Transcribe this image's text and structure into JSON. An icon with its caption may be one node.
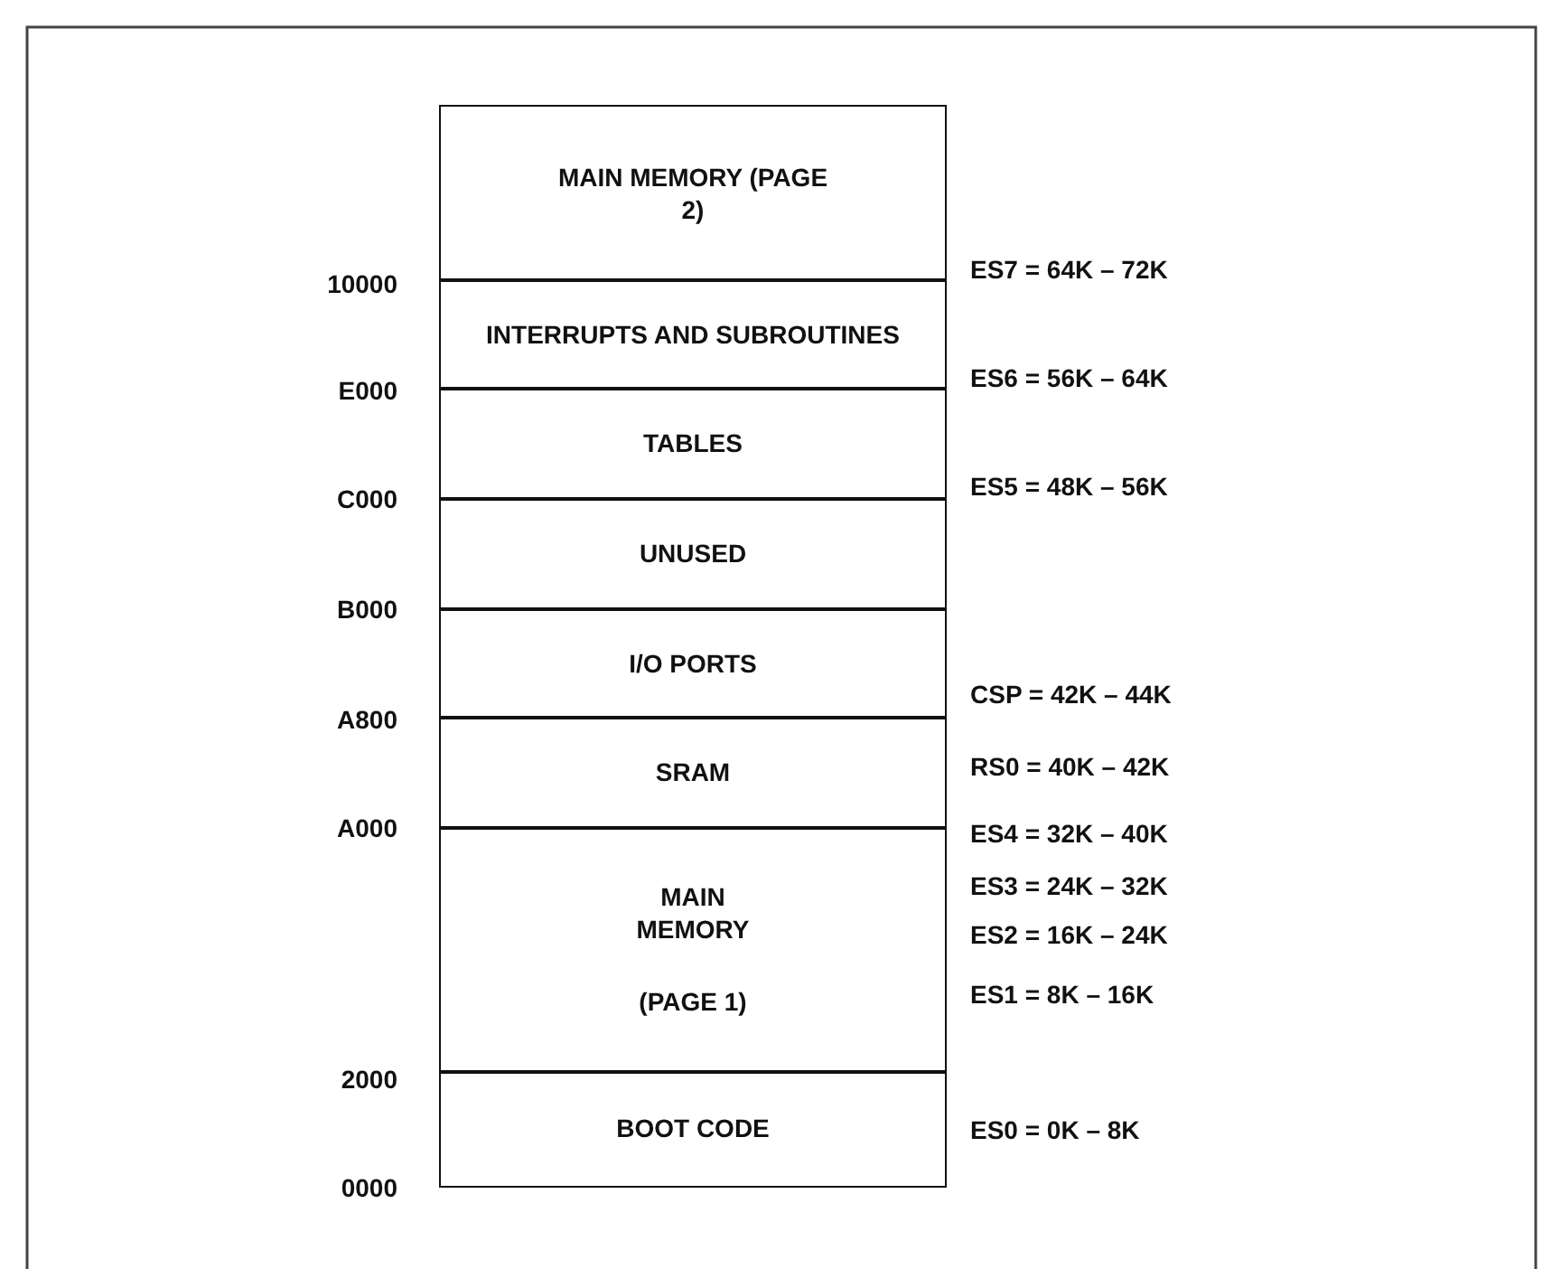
{
  "diagram": {
    "nodes": [
      {
        "text": [
          "MAIN MEMORY (PAGE 2)"
        ]
      },
      {
        "text": [
          "INTERRUPTS AND SUBROUTINES"
        ]
      },
      {
        "text": [
          "TABLES"
        ]
      },
      {
        "text": [
          "UNUSED"
        ]
      },
      {
        "text": [
          "I/O PORTS"
        ]
      },
      {
        "text": [
          "SRAM"
        ]
      },
      {
        "text": [
          "MAIN MEMORY",
          "(PAGE 1)"
        ]
      },
      {
        "text": [
          "BOOT CODE"
        ]
      }
    ],
    "labels": [
      "10000",
      "E000",
      "C000",
      "B000",
      "A800",
      "A000",
      "2000",
      "0000",
      "ES7 = 64K – 72K",
      "ES6 = 56K – 64K",
      "ES5 = 48K – 56K",
      "CSP = 42K – 44K",
      "RS0 = 40K – 42K",
      "ES4 = 32K – 40K",
      "ES3 = 24K – 32K",
      "ES2 = 16K – 24K",
      "ES1 = 8K – 16K",
      "ES0 = 0K – 8K"
    ]
  }
}
